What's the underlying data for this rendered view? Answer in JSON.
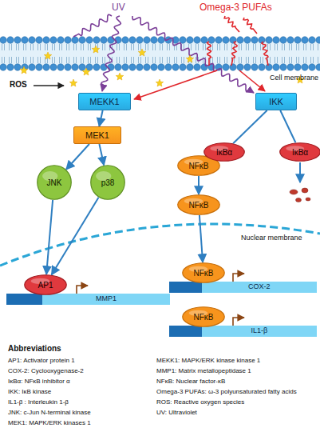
{
  "diagram": {
    "nodes": [
      {
        "text": [
          "MEKK1"
        ]
      },
      {
        "text": [
          "IKK"
        ]
      },
      {
        "text": [
          "MEK1"
        ]
      },
      {
        "text": [
          "IκBα"
        ]
      },
      {
        "text": [
          "IκBα"
        ]
      },
      {
        "text": [
          "NFκB"
        ]
      },
      {
        "text": [
          "JNK"
        ]
      },
      {
        "text": [
          "p38"
        ]
      },
      {
        "text": [
          "NFκB"
        ]
      },
      {
        "text": [
          "AP1"
        ]
      },
      {
        "text": [
          "MMP1"
        ]
      },
      {
        "text": [
          "NFκB"
        ]
      },
      {
        "text": [
          "COX-2"
        ]
      },
      {
        "text": [
          "NFκB"
        ]
      },
      {
        "text": [
          "IL1-β"
        ]
      }
    ],
    "edges": [
      {
        "from": 0,
        "to": 2,
        "arrow": "to"
      },
      {
        "from": 1,
        "to": 3,
        "arrow": "none"
      },
      {
        "from": 1,
        "to": 4,
        "arrow": "none"
      },
      {
        "from": 2,
        "to": 6,
        "arrow": "to"
      },
      {
        "from": 2,
        "to": 7,
        "arrow": "to"
      },
      {
        "from": 5,
        "to": 8,
        "arrow": "to"
      },
      {
        "from": 6,
        "to": 9,
        "arrow": "to"
      },
      {
        "from": 7,
        "to": 9,
        "arrow": "to"
      },
      {
        "from": 8,
        "to": 11,
        "arrow": "to"
      }
    ],
    "labels": [
      "UV",
      "Omega-3 PUFAs",
      "ROS",
      "Cell membrane",
      "Nuclear membrane",
      "Abbreviations",
      "AP1: Activator protein 1",
      "COX-2: Cyclooxygenase-2",
      "IκBα: NFκB inhibitor α",
      "IKK: IκB kinase",
      "IL1-β : Interleukin 1-β",
      "JNK: c-Jun N-terminal kinase",
      "MEK1: MAPK/ERK kinases 1",
      "MEKK1: MAPK/ERK kinase kinase 1",
      "MMP1: Matrix metallopeptidase 1",
      "NFκB: Nuclear factor-κB",
      "Omega-3 PUFAs: ω-3 polyunsaturated fatty acids",
      "ROS: Reactive oxygen species",
      "UV: Ultraviolet"
    ]
  }
}
